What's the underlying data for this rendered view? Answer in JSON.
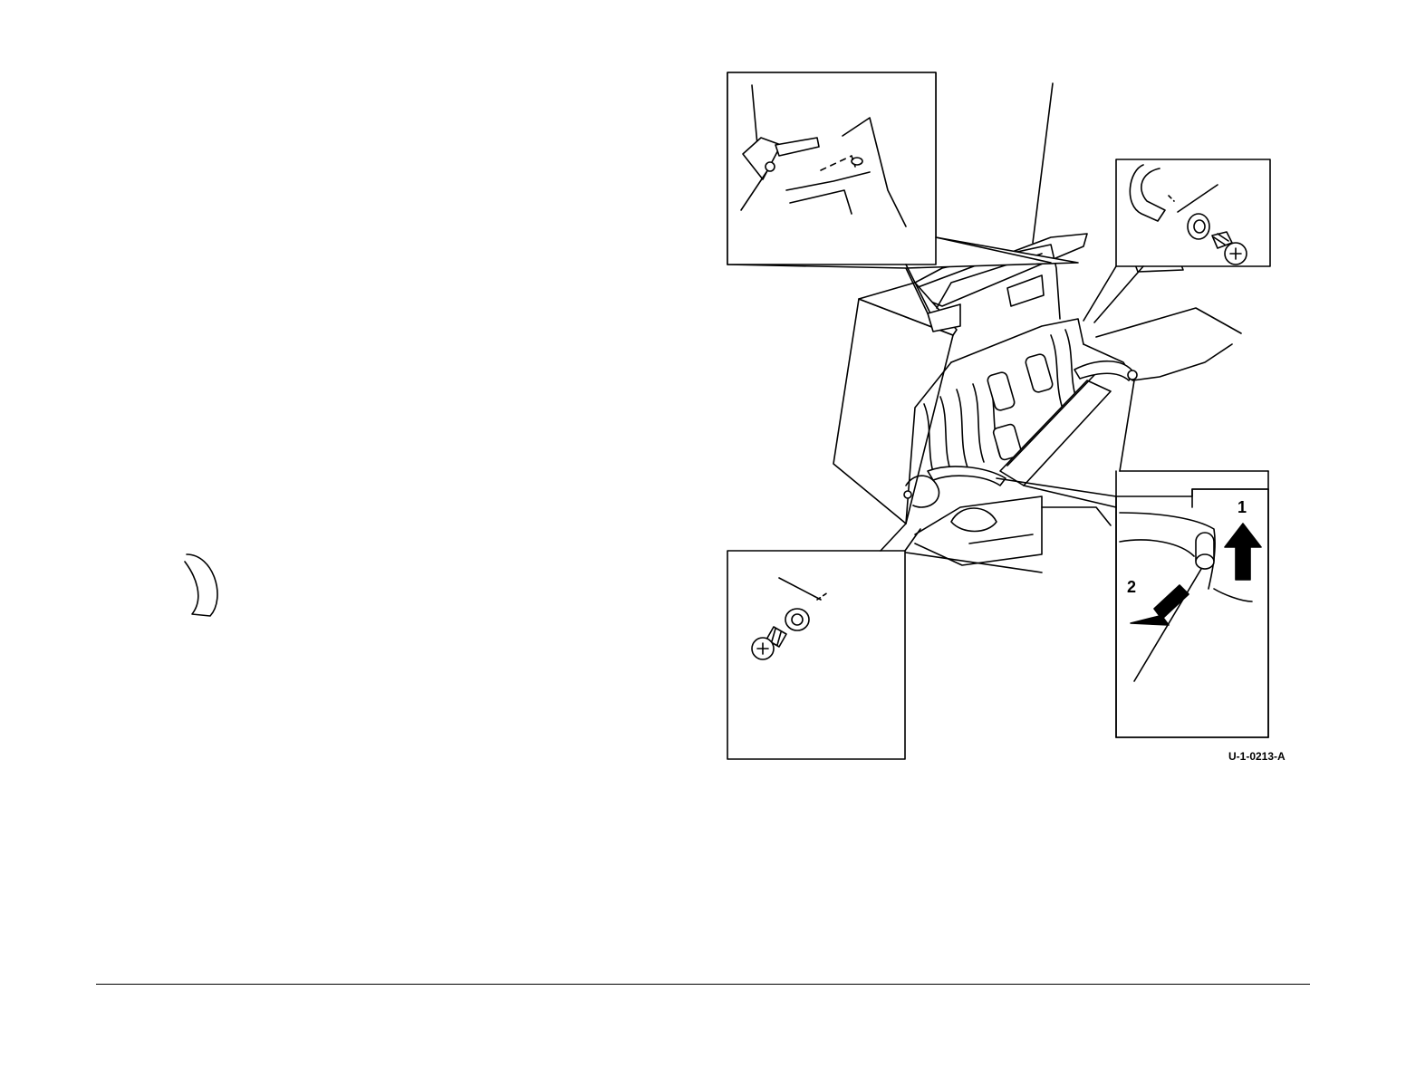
{
  "figure": {
    "code": "U-1-0213-A",
    "callouts": [
      {
        "number": "1",
        "direction": "up"
      },
      {
        "number": "2",
        "direction": "down-left"
      }
    ]
  },
  "colors": {
    "line": "#000000",
    "background": "#ffffff"
  }
}
